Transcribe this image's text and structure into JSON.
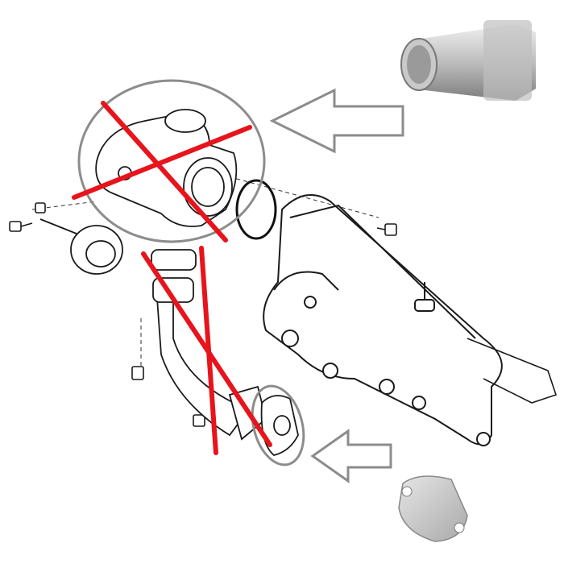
{
  "colors": {
    "background": "#ffffff",
    "line_art": "#1a1a1a",
    "cross_out": "#e8141c",
    "highlight_outline": "#8c8c8c",
    "arrow_outline": "#8c8c8c",
    "metal_light": "#d8d8d8",
    "metal_dark": "#8a8a8a"
  },
  "parts": {
    "egr_valve": "crossed-out",
    "egr_pipe": "crossed-out",
    "replacement_tube": "photo",
    "blanking_plate": "photo"
  }
}
